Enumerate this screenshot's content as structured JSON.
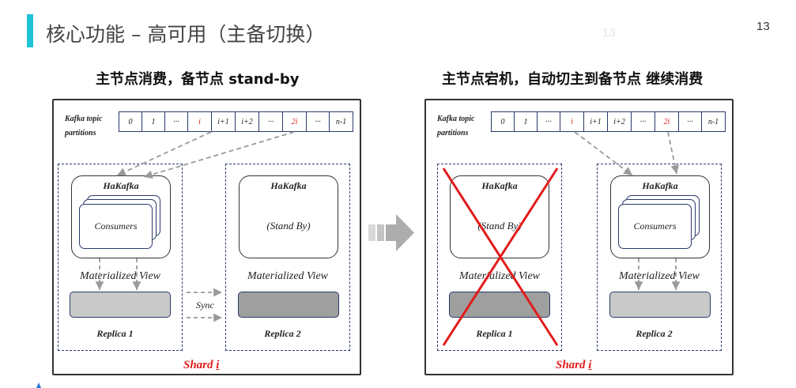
{
  "title": "核心功能 – 高可用（主备切换）",
  "page_number": "13",
  "ghost_number": "13",
  "colors": {
    "accent": "#20c2d8",
    "red": "#e21b1b",
    "dash": "#2a3a6a",
    "arrow_gray": "#9a9a9a"
  },
  "left": {
    "heading": "主节点消费，备节点 stand-by",
    "kafka_topic_label_1": "Kafka topic",
    "kafka_topic_label_2": "partitions",
    "partitions": [
      "0",
      "1",
      "···",
      "i",
      "i+1",
      "i+2",
      "···",
      "2i",
      "···",
      "n-1"
    ],
    "red_partitions": [
      "i",
      "2i"
    ],
    "replica1": {
      "hakafka": "HaKafka",
      "consumers": "Consumers",
      "mv": "Materialized View",
      "label": "Replica 1"
    },
    "replica2": {
      "hakafka": "HaKafka",
      "standby": "(Stand By)",
      "mv": "Materialized View",
      "label": "Replica 2"
    },
    "sync": "Sync",
    "shard_prefix": "Shard ",
    "shard_suffix": "i"
  },
  "right": {
    "heading": "主节点宕机，自动切主到备节点 继续消费",
    "kafka_topic_label_1": "Kafka topic",
    "kafka_topic_label_2": "partitions",
    "partitions": [
      "0",
      "1",
      "···",
      "i",
      "i+1",
      "i+2",
      "···",
      "2i",
      "···",
      "n-1"
    ],
    "red_partitions": [
      "i",
      "2i"
    ],
    "replica1": {
      "hakafka": "HaKafka",
      "standby": "(Stand By)",
      "mv": "Materialized View",
      "label": "Replica 1"
    },
    "replica2": {
      "hakafka": "HaKafka",
      "consumers": "Consumers",
      "mv": "Materialized View",
      "label": "Replica 2"
    },
    "shard_prefix": "Shard ",
    "shard_suffix": "i"
  },
  "icons": {
    "transition": "right-arrow-icon",
    "failure": "red-cross-icon"
  }
}
